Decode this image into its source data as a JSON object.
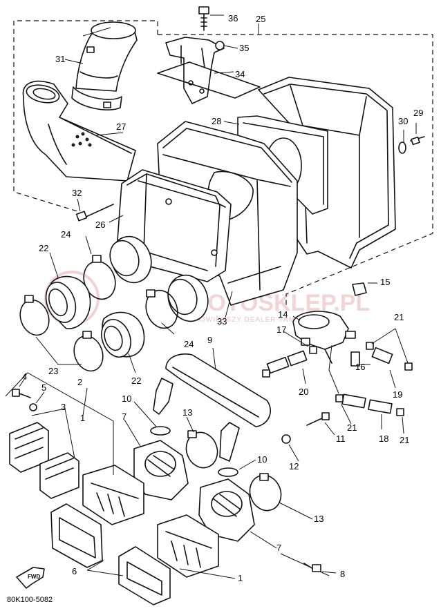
{
  "diagram": {
    "callouts": [
      "36",
      "25",
      "35",
      "31",
      "34",
      "27",
      "28",
      "29",
      "30",
      "32",
      "26",
      "22",
      "24",
      "23",
      "15",
      "14",
      "21",
      "17",
      "9",
      "24",
      "33",
      "22",
      "16",
      "20",
      "19",
      "4",
      "5",
      "3",
      "2",
      "1",
      "10",
      "7",
      "13",
      "11",
      "21",
      "18",
      "21",
      "12",
      "10",
      "13",
      "7",
      "6",
      "1",
      "8"
    ],
    "drawing_code": "80K100-5082",
    "fwd_label": "FWD",
    "watermark_main": "MOTOSKLEP.PL",
    "watermark_sub": "NAJWIĘKSZY DEALER YAMAHA"
  }
}
